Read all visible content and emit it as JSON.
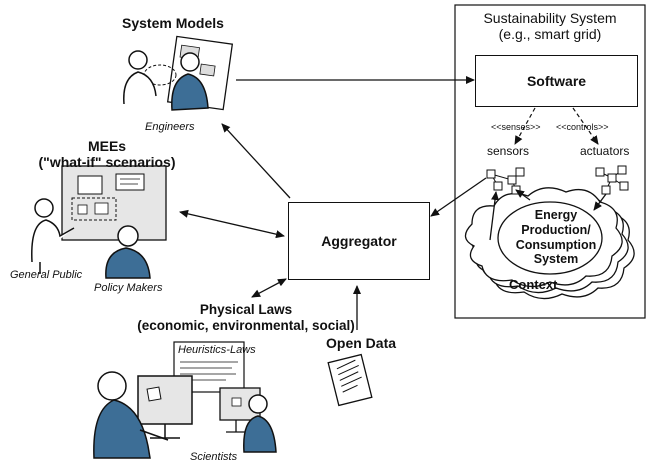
{
  "system_models": {
    "title": "System Models",
    "caption": "Engineers"
  },
  "mees": {
    "title_line1": "MEEs",
    "title_line2": "(\"what-if\" scenarios)",
    "caption_public": "General Public",
    "caption_policy": "Policy Makers"
  },
  "physical_laws": {
    "line1": "Physical Laws",
    "line2": "(economic, environmental, social)"
  },
  "open_data": {
    "label": "Open Data"
  },
  "scientists": {
    "caption": "Scientists",
    "paper_title": "Heuristics-Laws"
  },
  "aggregator": {
    "label": "Aggregator"
  },
  "sustainability_system": {
    "title_line1": "Sustainability System",
    "title_line2": "(e.g., smart grid)",
    "software_label": "Software",
    "senses_label": "<<senses>>",
    "controls_label": "<<controls>>",
    "sensors_label": "sensors",
    "actuators_label": "actuators",
    "energy_line1": "Energy",
    "energy_line2": "Production/",
    "energy_line3": "Consumption",
    "energy_line4": "System",
    "context_label": "Context"
  },
  "colors": {
    "figure_blue": "#3d6e96",
    "line": "#111111",
    "panel_gray": "#e6e6e6"
  }
}
